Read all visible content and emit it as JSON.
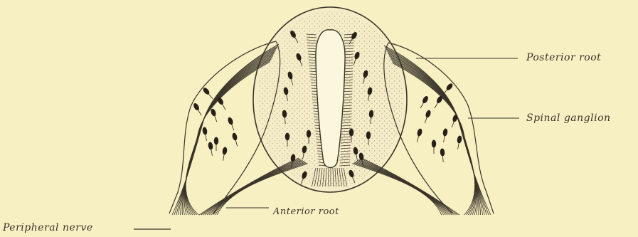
{
  "labels": {
    "posterior_root": "Posterior root",
    "spinal_ganglion": "Spinal ganglion",
    "anterior_root": "Anterior root",
    "peripheral_nerve": "Peripheral nerve"
  },
  "colors": {
    "background": "#f7f0c3",
    "ink": "#3a3328",
    "cord_fill": "#f4ecc6",
    "canal_fill": "#fbf6dc",
    "cell": "#262019"
  }
}
